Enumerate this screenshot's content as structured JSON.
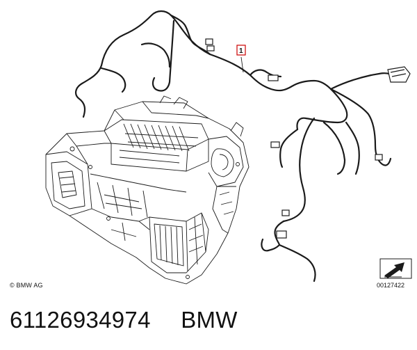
{
  "diagram": {
    "callout_label": "1",
    "copyright": "© BMW AG",
    "catalog_number": "00127422"
  },
  "footer": {
    "part_number": "61126934974",
    "brand": "BMW"
  },
  "colors": {
    "line": "#1a1a1a",
    "callout_box": "#cc0000",
    "background": "#ffffff"
  },
  "icons": {
    "orientation_arrow": "diagonal-arrow-icon"
  }
}
